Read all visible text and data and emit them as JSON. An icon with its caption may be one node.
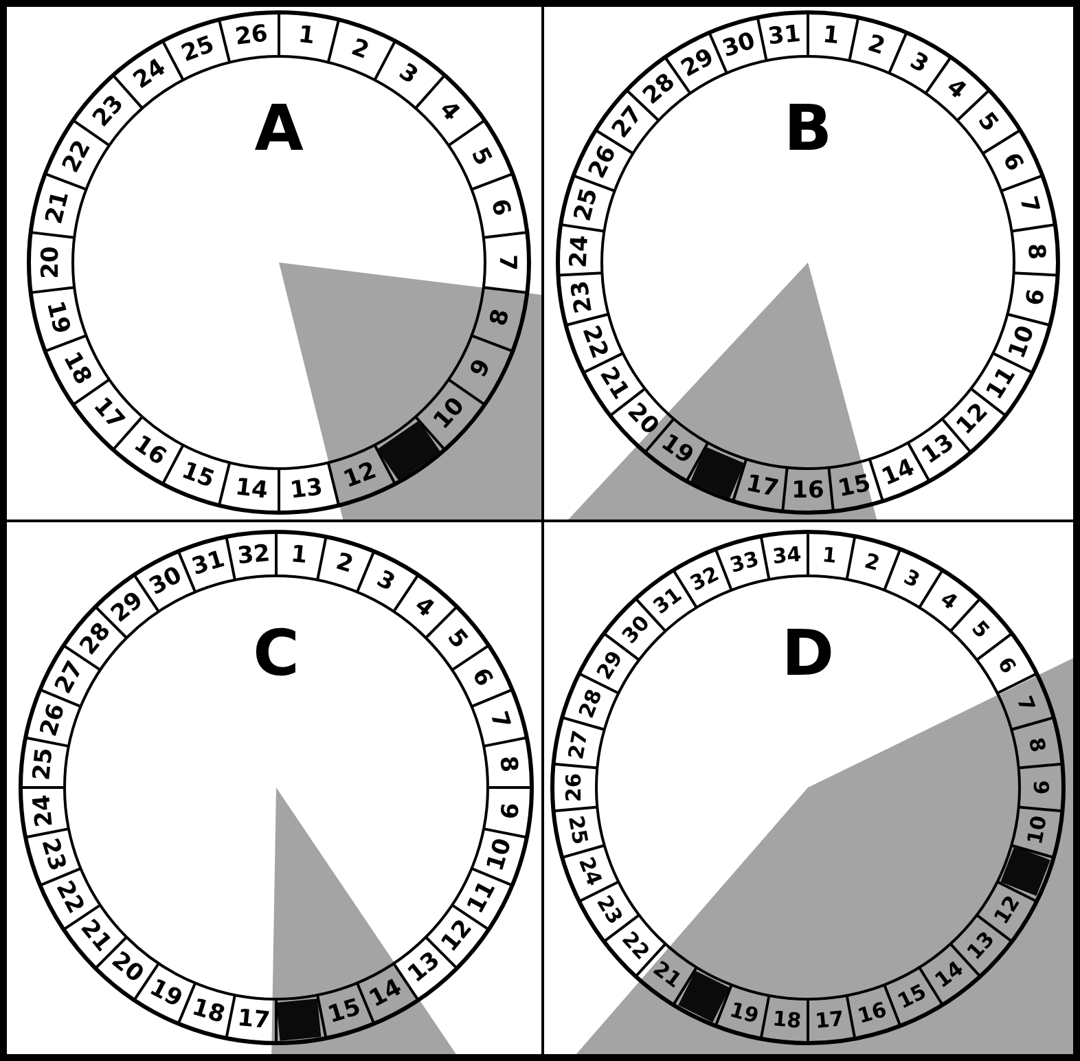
{
  "diagram": {
    "nodes": [
      {
        "text": [
          "A"
        ]
      },
      {
        "text": [
          "1"
        ],
        "in": 0
      },
      {
        "text": [
          "2"
        ],
        "in": 0
      },
      {
        "text": [
          "3"
        ],
        "in": 0
      },
      {
        "text": [
          "4"
        ],
        "in": 0
      },
      {
        "text": [
          "5"
        ],
        "in": 0
      },
      {
        "text": [
          "6"
        ],
        "in": 0
      },
      {
        "text": [
          "7"
        ],
        "in": 0
      },
      {
        "text": [
          "8"
        ],
        "in": 0
      },
      {
        "text": [
          "9"
        ],
        "in": 0
      },
      {
        "text": [
          "10"
        ],
        "in": 0
      },
      {
        "text": [],
        "shape": "box",
        "in": 0
      },
      {
        "text": [
          "12"
        ],
        "in": 0
      },
      {
        "text": [
          "13"
        ],
        "in": 0
      },
      {
        "text": [
          "14"
        ],
        "in": 0
      },
      {
        "text": [
          "15"
        ],
        "in": 0
      },
      {
        "text": [
          "16"
        ],
        "in": 0
      },
      {
        "text": [
          "17"
        ],
        "in": 0
      },
      {
        "text": [
          "18"
        ],
        "in": 0
      },
      {
        "text": [
          "19"
        ],
        "in": 0
      },
      {
        "text": [
          "20"
        ],
        "in": 0
      },
      {
        "text": [
          "21"
        ],
        "in": 0
      },
      {
        "text": [
          "22"
        ],
        "in": 0
      },
      {
        "text": [
          "23"
        ],
        "in": 0
      },
      {
        "text": [
          "24"
        ],
        "in": 0
      },
      {
        "text": [
          "25"
        ],
        "in": 0
      },
      {
        "text": [
          "26"
        ],
        "in": 0
      },
      {
        "text": [
          "B"
        ]
      },
      {
        "text": [
          "1"
        ],
        "in": 27
      },
      {
        "text": [
          "2"
        ],
        "in": 27
      },
      {
        "text": [
          "3"
        ],
        "in": 27
      },
      {
        "text": [
          "4"
        ],
        "in": 27
      },
      {
        "text": [
          "5"
        ],
        "in": 27
      },
      {
        "text": [
          "6"
        ],
        "in": 27
      },
      {
        "text": [
          "7"
        ],
        "in": 27
      },
      {
        "text": [
          "8"
        ],
        "in": 27
      },
      {
        "text": [
          "9"
        ],
        "in": 27
      },
      {
        "text": [
          "10"
        ],
        "in": 27
      },
      {
        "text": [
          "11"
        ],
        "in": 27
      },
      {
        "text": [
          "12"
        ],
        "in": 27
      },
      {
        "text": [
          "13"
        ],
        "in": 27
      },
      {
        "text": [
          "14"
        ],
        "in": 27
      },
      {
        "text": [
          "15"
        ],
        "in": 27
      },
      {
        "text": [
          "16"
        ],
        "in": 27
      },
      {
        "text": [
          "17"
        ],
        "in": 27
      },
      {
        "text": [],
        "shape": "box",
        "in": 27
      },
      {
        "text": [
          "19"
        ],
        "in": 27
      },
      {
        "text": [
          "20"
        ],
        "in": 27
      },
      {
        "text": [
          "21"
        ],
        "in": 27
      },
      {
        "text": [
          "22"
        ],
        "in": 27
      },
      {
        "text": [
          "23"
        ],
        "in": 27
      },
      {
        "text": [
          "24"
        ],
        "in": 27
      },
      {
        "text": [
          "25"
        ],
        "in": 27
      },
      {
        "text": [
          "26"
        ],
        "in": 27
      },
      {
        "text": [
          "27"
        ],
        "in": 27
      },
      {
        "text": [
          "28"
        ],
        "in": 27
      },
      {
        "text": [
          "29"
        ],
        "in": 27
      },
      {
        "text": [
          "30"
        ],
        "in": 27
      },
      {
        "text": [
          "31"
        ],
        "in": 27
      },
      {
        "text": [
          "C"
        ]
      },
      {
        "text": [
          "1"
        ],
        "in": 59
      },
      {
        "text": [
          "2"
        ],
        "in": 59
      },
      {
        "text": [
          "3"
        ],
        "in": 59
      },
      {
        "text": [
          "4"
        ],
        "in": 59
      },
      {
        "text": [
          "5"
        ],
        "in": 59
      },
      {
        "text": [
          "6"
        ],
        "in": 59
      },
      {
        "text": [
          "7"
        ],
        "in": 59
      },
      {
        "text": [
          "8"
        ],
        "in": 59
      },
      {
        "text": [
          "9"
        ],
        "in": 59
      },
      {
        "text": [
          "10"
        ],
        "in": 59
      },
      {
        "text": [
          "11"
        ],
        "in": 59
      },
      {
        "text": [
          "12"
        ],
        "in": 59
      },
      {
        "text": [
          "13"
        ],
        "in": 59
      },
      {
        "text": [
          "14"
        ],
        "in": 59
      },
      {
        "text": [
          "15"
        ],
        "in": 59
      },
      {
        "text": [],
        "shape": "box",
        "in": 59
      },
      {
        "text": [
          "17"
        ],
        "in": 59
      },
      {
        "text": [
          "18"
        ],
        "in": 59
      },
      {
        "text": [
          "19"
        ],
        "in": 59
      },
      {
        "text": [
          "20"
        ],
        "in": 59
      },
      {
        "text": [
          "21"
        ],
        "in": 59
      },
      {
        "text": [
          "22"
        ],
        "in": 59
      },
      {
        "text": [
          "23"
        ],
        "in": 59
      },
      {
        "text": [
          "24"
        ],
        "in": 59
      },
      {
        "text": [
          "25"
        ],
        "in": 59
      },
      {
        "text": [
          "26"
        ],
        "in": 59
      },
      {
        "text": [
          "27"
        ],
        "in": 59
      },
      {
        "text": [
          "28"
        ],
        "in": 59
      },
      {
        "text": [
          "29"
        ],
        "in": 59
      },
      {
        "text": [
          "30"
        ],
        "in": 59
      },
      {
        "text": [
          "31"
        ],
        "in": 59
      },
      {
        "text": [
          "32"
        ],
        "in": 59
      },
      {
        "text": [
          "D"
        ]
      },
      {
        "text": [
          "1"
        ],
        "in": 92
      },
      {
        "text": [
          "2"
        ],
        "in": 92
      },
      {
        "text": [
          "3"
        ],
        "in": 92
      },
      {
        "text": [
          "4"
        ],
        "in": 92
      },
      {
        "text": [
          "5"
        ],
        "in": 92
      },
      {
        "text": [
          "6"
        ],
        "in": 92
      },
      {
        "text": [
          "7"
        ],
        "in": 92
      },
      {
        "text": [
          "8"
        ],
        "in": 92
      },
      {
        "text": [
          "9"
        ],
        "in": 92
      },
      {
        "text": [
          "10"
        ],
        "in": 92
      },
      {
        "text": [],
        "shape": "box",
        "in": 92
      },
      {
        "text": [
          "12"
        ],
        "in": 92
      },
      {
        "text": [
          "13"
        ],
        "in": 92
      },
      {
        "text": [
          "14"
        ],
        "in": 92
      },
      {
        "text": [
          "15"
        ],
        "in": 92
      },
      {
        "text": [
          "16"
        ],
        "in": 92
      },
      {
        "text": [
          "17"
        ],
        "in": 92
      },
      {
        "text": [
          "18"
        ],
        "in": 92
      },
      {
        "text": [
          "19"
        ],
        "in": 92
      },
      {
        "text": [],
        "shape": "box",
        "in": 92
      },
      {
        "text": [
          "21"
        ],
        "in": 92
      },
      {
        "text": [
          "22"
        ],
        "in": 92
      },
      {
        "text": [
          "23"
        ],
        "in": 92
      },
      {
        "text": [
          "24"
        ],
        "in": 92
      },
      {
        "text": [
          "25"
        ],
        "in": 92
      },
      {
        "text": [
          "26"
        ],
        "in": 92
      },
      {
        "text": [
          "27"
        ],
        "in": 92
      },
      {
        "text": [
          "28"
        ],
        "in": 92
      },
      {
        "text": [
          "29"
        ],
        "in": 92
      },
      {
        "text": [
          "30"
        ],
        "in": 92
      },
      {
        "text": [
          "31"
        ],
        "in": 92
      },
      {
        "text": [
          "32"
        ],
        "in": 92
      },
      {
        "text": [
          "33"
        ],
        "in": 92
      },
      {
        "text": [
          "34"
        ],
        "in": 92
      }
    ]
  }
}
